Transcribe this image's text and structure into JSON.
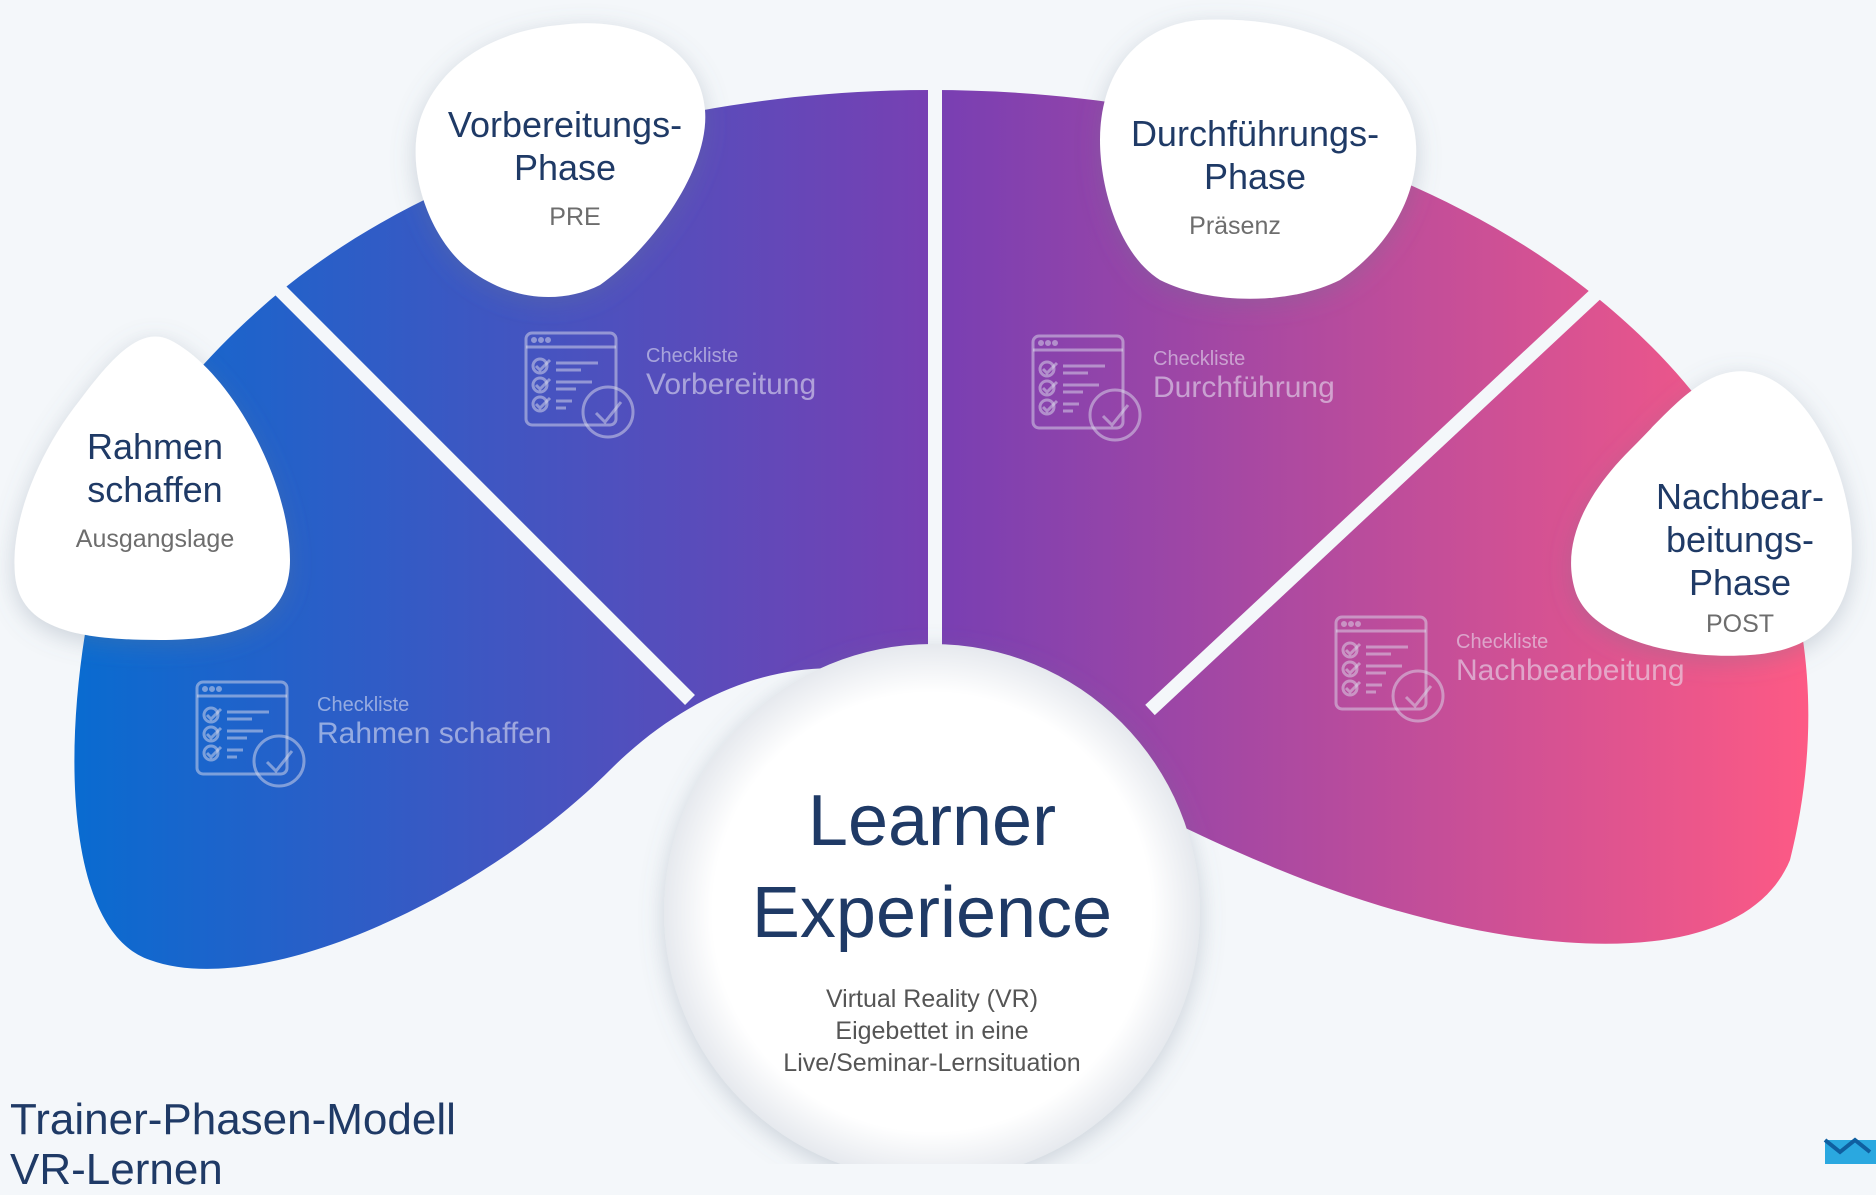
{
  "phases": [
    {
      "title": "Rahmen schaffen",
      "subtitle": "Ausgangslage",
      "checklist_label": "Checkliste",
      "checklist_name": "Rahmen schaffen"
    },
    {
      "title": "Vorbereitungs- Phase",
      "subtitle": "PRE",
      "checklist_label": "Checkliste",
      "checklist_name": "Vorbereitung"
    },
    {
      "title": "Durchführungs- Phase",
      "subtitle": "Präsenz",
      "checklist_label": "Checkliste",
      "checklist_name": "Durchführung"
    },
    {
      "title": "Nachbear- beitungs- Phase",
      "subtitle": "POST",
      "checklist_label": "Checkliste",
      "checklist_name": "Nachbearbeitung"
    }
  ],
  "title_lines": {
    "rahmen": [
      "Rahmen",
      "schaffen"
    ],
    "vorbereitung": [
      "Vorbereitungs-",
      "Phase"
    ],
    "durchfuehrung": [
      "Durchführungs-",
      "Phase"
    ],
    "nachbearbeitung": [
      "Nachbear-",
      "beitungs-",
      "Phase"
    ]
  },
  "center": {
    "title_line1": "Learner",
    "title_line2": "Experience",
    "sub_line1": "Virtual Reality (VR)",
    "sub_line2": "Eigebettet in eine",
    "sub_line3": "Live/Seminar-Lernsituation"
  },
  "footer": {
    "title": "Trainer-Phasen-Modell",
    "title_line2": "VR-Lernen"
  },
  "colors": {
    "gradient_start": "#0a6bd0",
    "gradient_mid": "#7a3fb2",
    "gradient_end": "#ff5a84",
    "text_dark": "#1f3a66",
    "background": "#f4f7fa"
  },
  "icons": [
    "checklist-icon",
    "logo-mark"
  ]
}
